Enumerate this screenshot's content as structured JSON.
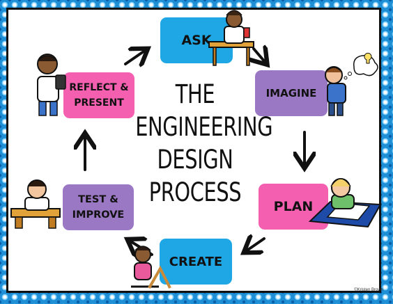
{
  "title_lines": [
    "THE",
    "ENGINEERING",
    "DESIGN",
    "PROCESS"
  ],
  "steps": {
    "ask": {
      "label": "ASK",
      "color": "#1ea7e4"
    },
    "imagine": {
      "label": "IMAGINE",
      "color": "#9b78c4"
    },
    "plan": {
      "label": "PLAN",
      "color": "#f45fb0"
    },
    "create": {
      "label": "CREATE",
      "color": "#1ea7e4"
    },
    "test": {
      "label": "TEST &\nIMPROVE",
      "color": "#9b78c4"
    },
    "reflect": {
      "label": "REFLECT &\nPRESENT",
      "color": "#f45fb0"
    }
  },
  "credit": "©Kristen Brown",
  "colors": {
    "border_pattern": "#1f8fd6",
    "arrow": "#111111"
  }
}
